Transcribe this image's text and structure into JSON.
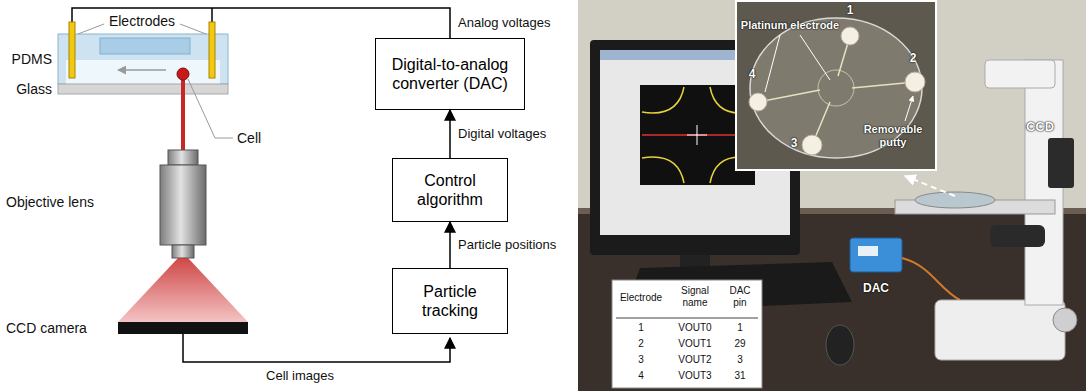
{
  "diagram": {
    "nodes": [
      {
        "text": [
          "Digital-to-analog converter (DAC)"
        ]
      },
      {
        "text": [
          "Control algorithm"
        ]
      },
      {
        "text": [
          "Particle tracking"
        ]
      }
    ],
    "edges": [
      {
        "from": 2,
        "to": 1,
        "label": "Particle positions",
        "arrow": "to"
      },
      {
        "from": 1,
        "to": 0,
        "label": "Digital voltages",
        "arrow": "to"
      }
    ],
    "labels": [
      "Electrodes",
      "PDMS",
      "Glass",
      "Cell",
      "Objective lens",
      "CCD camera",
      "Analog voltages",
      "Cell images",
      "Platinum electrode",
      "1",
      "2",
      "3",
      "4",
      "Removable putty",
      "CCD",
      "DAC",
      "Electrode",
      "Signal name",
      "DAC pin",
      "1",
      "VOUT0",
      "1",
      "2",
      "VOUT1",
      "29",
      "3",
      "VOUT2",
      "3",
      "4",
      "VOUT3",
      "31"
    ]
  }
}
